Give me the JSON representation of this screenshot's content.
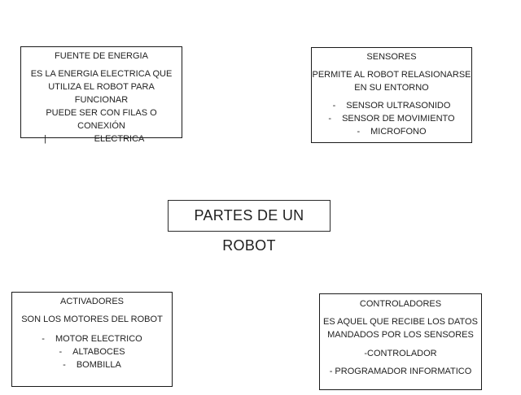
{
  "main_title": {
    "text": "PARTES DE UN ROBOT"
  },
  "boxes": {
    "fuente": {
      "title": "FUENTE DE ENERGIA",
      "lines": [
        "ES LA ENERGIA ELECTRICA QUE",
        "UTILIZA EL ROBOT PARA FUNCIONAR",
        "PUEDE SER CON FILAS O CONEXIÓN"
      ],
      "pipe": "|",
      "last_word": "ELECTRICA"
    },
    "sensores": {
      "title": "SENSORES",
      "lines": [
        "PERMITE AL ROBOT RELASIONARSE",
        "EN SU ENTORNO"
      ],
      "bullet": "-",
      "items": [
        "SENSOR ULTRASONIDO",
        "SENSOR DE MOVIMIENTO",
        "MICROFONO"
      ]
    },
    "activadores": {
      "title": "ACTIVADORES",
      "lines": [
        "SON LOS MOTORES DEL ROBOT"
      ],
      "bullet": "-",
      "items": [
        "MOTOR ELECTRICO",
        "ALTABOCES",
        "BOMBILLA"
      ]
    },
    "controladores": {
      "title": "CONTROLADORES",
      "lines": [
        "ES AQUEL QUE RECIBE LOS DATOS",
        "MANDADOS POR LOS SENSORES"
      ],
      "items": [
        "-CONTROLADOR",
        "- PROGRAMADOR INFORMATICO"
      ]
    }
  },
  "colors": {
    "background": "#ffffff",
    "text": "#1f1f1f",
    "border": "#1a1a1a"
  }
}
